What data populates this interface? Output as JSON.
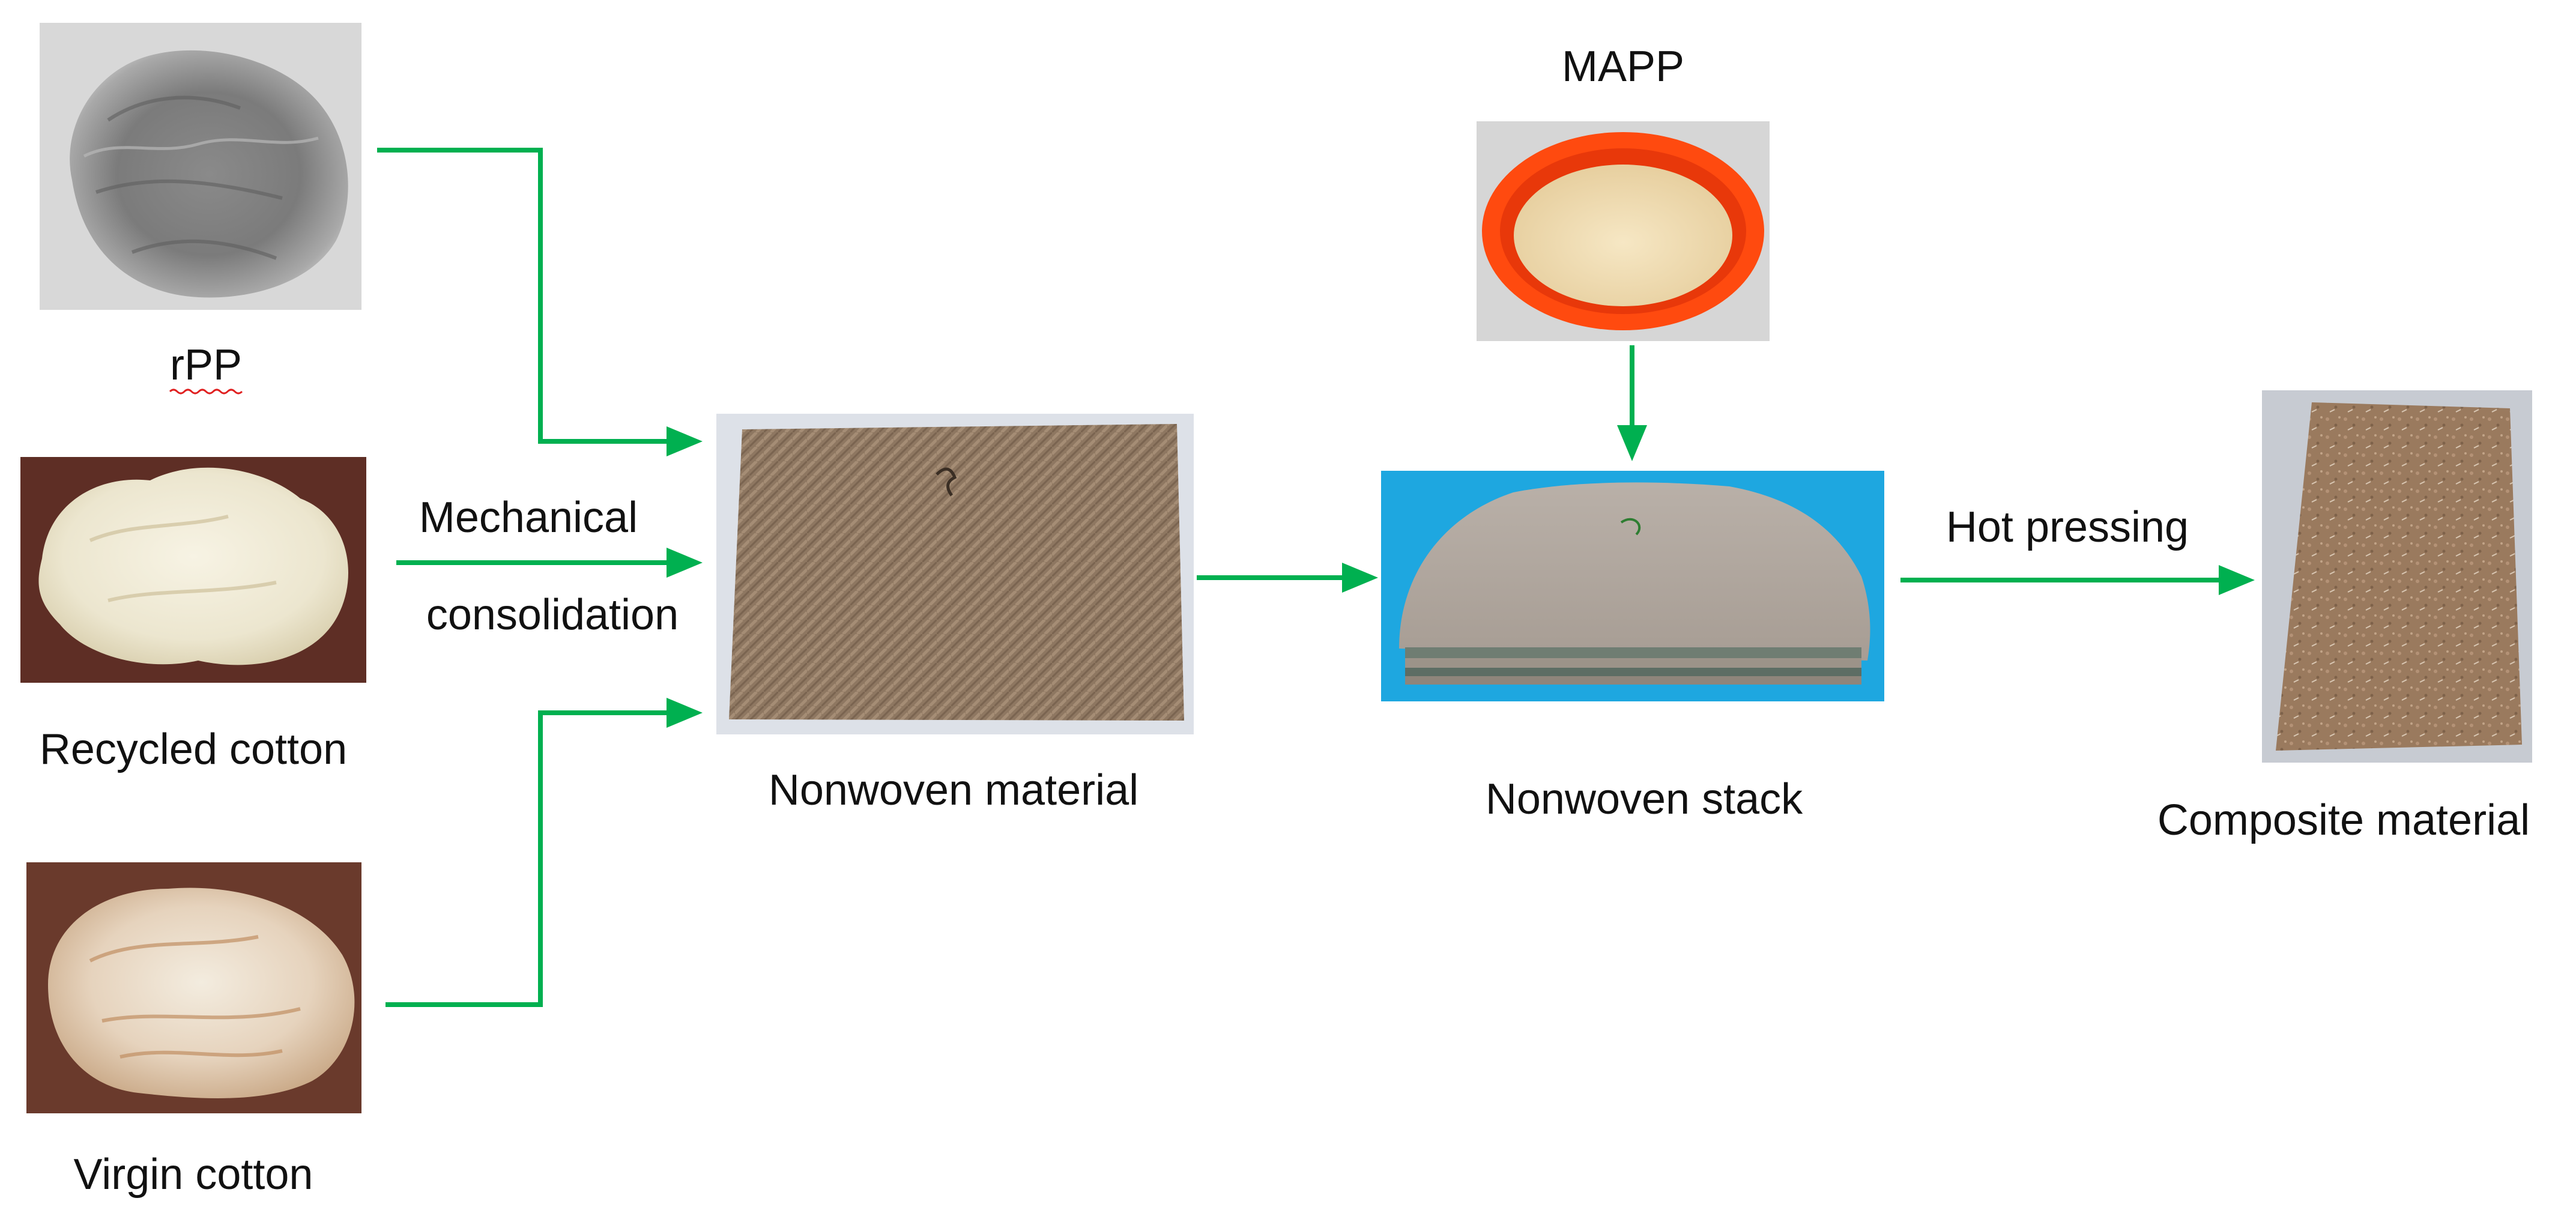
{
  "labels": {
    "rpp": "rPP",
    "recycled_cotton": "Recycled cotton",
    "virgin_cotton": "Virgin cotton",
    "mechanical": "Mechanical",
    "consolidation": "consolidation",
    "nonwoven_material": "Nonwoven material",
    "mapp": "MAPP",
    "nonwoven_stack": "Nonwoven stack",
    "hot_pressing": "Hot pressing",
    "composite_material": "Composite material"
  },
  "colors": {
    "arrow": "#00B050",
    "background": "#FFFFFF",
    "mapp_dish": "#FF4A0F",
    "mapp_powder": "#F2DDB0",
    "stack_blue": "#1EA7E0",
    "felt_gray": "#B7ACA3",
    "felt_brown": "#8E7761",
    "composite_brown": "#9A7A5E",
    "table_brown": "#5E2E25"
  }
}
